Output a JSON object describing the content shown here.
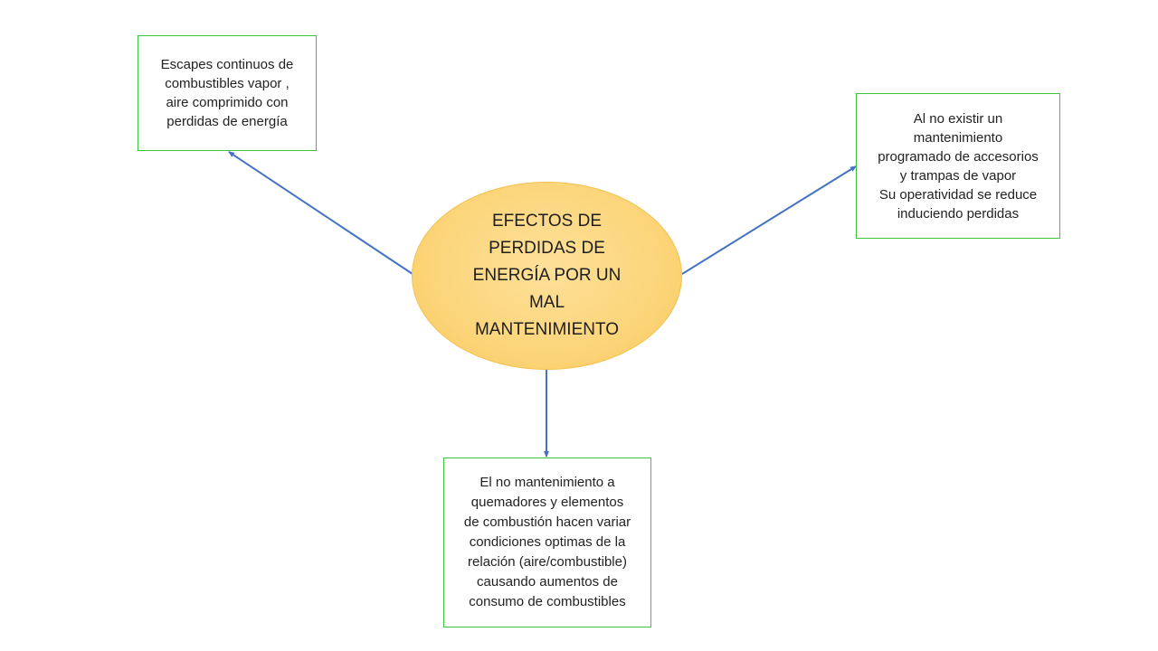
{
  "diagram": {
    "center": {
      "label": "EFECTOS DE\nPERDIDAS DE\nENERGÍA POR UN\nMAL\nMANTENIMIENTO",
      "fill_color": "#fcd57a"
    },
    "nodes": {
      "top_left": "Escapes continuos de\ncombustibles  vapor ,\naire comprimido con\nperdidas de energía",
      "right": "Al no existir un\nmantenimiento\nprogramado de accesorios\ny trampas de vapor\nSu operatividad se reduce\ninduciendo perdidas",
      "bottom": "El no mantenimiento a\nquemadores y elementos\nde combustión hacen variar\ncondiciones optimas de la\nrelación (aire/combustible)\ncausando aumentos de\nconsumo de combustibles"
    },
    "colors": {
      "box_border": "#3cc43c",
      "arrow": "#4472c4"
    }
  }
}
